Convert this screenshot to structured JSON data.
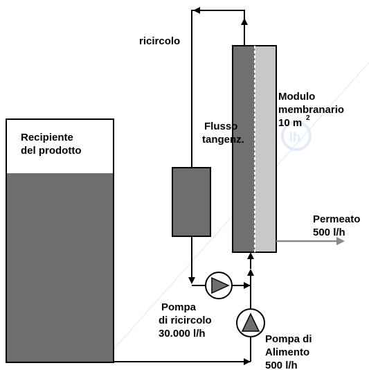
{
  "labels": {
    "ricircolo": "ricircolo",
    "recipiente_line1": "Recipiente",
    "recipiente_line2": "del prodotto",
    "flusso_line1": "Flusso",
    "flusso_line2": "tangenz.",
    "modulo_line1": "Modulo",
    "modulo_line2": "membranario",
    "modulo_line3": "10 m",
    "modulo_superscript": "2",
    "permeato_line1": "Permeato",
    "permeato_line2": "500 l/h",
    "pompa_ricircolo_line1": "Pompa",
    "pompa_ricircolo_line2": "di ricircolo",
    "pompa_ricircolo_line3": "30.000 l/h",
    "pompa_alimento_line1": "Pompa di",
    "pompa_alimento_line2": "Alimento",
    "pompa_alimento_line3": "500 l/h"
  },
  "colors": {
    "tank_liquid": "#6e6e6e",
    "module_retentate": "#707070",
    "module_permeate": "#c8c8c8",
    "heat_exchanger": "#6e6e6e",
    "permeate_arrow": "#8a8a8a",
    "pump_triangle": "#6e6e6e",
    "watermark": "#c9dcef"
  }
}
